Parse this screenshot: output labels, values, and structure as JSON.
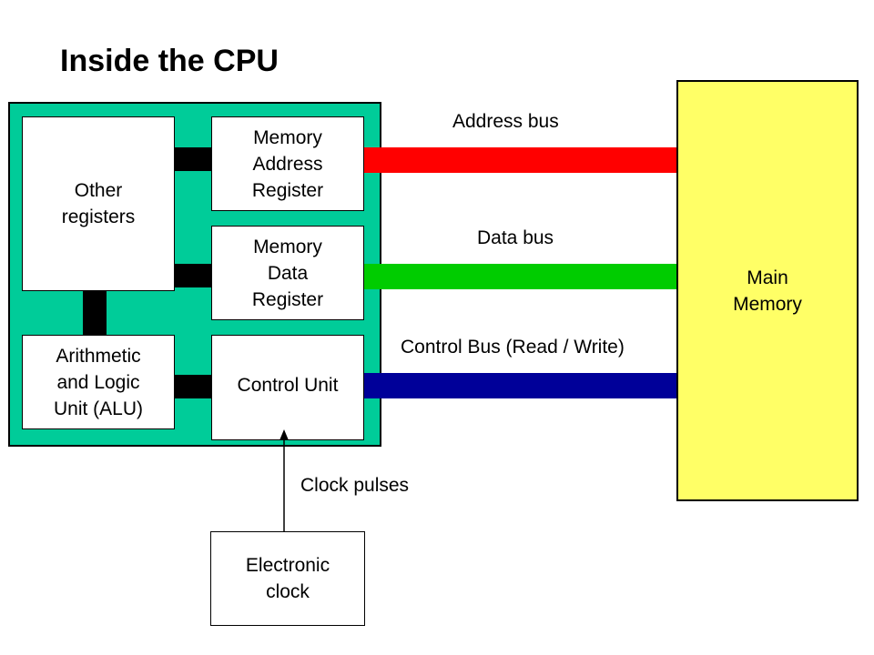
{
  "title": "Inside the CPU",
  "colors": {
    "cpu": "#00cc99",
    "memory": "#ffff66",
    "address_bus": "#ff0000",
    "data_bus": "#00cc00",
    "control_bus": "#000099"
  },
  "boxes": {
    "other_registers": [
      "Other",
      "registers"
    ],
    "mar": [
      "Memory",
      "Address",
      "Register"
    ],
    "mdr": [
      "Memory",
      "Data",
      "Register"
    ],
    "alu": [
      "Arithmetic",
      "and Logic",
      "Unit (ALU)"
    ],
    "control_unit": [
      "Control Unit"
    ],
    "clock": [
      "Electronic",
      "clock"
    ],
    "main_memory": [
      "Main",
      "Memory"
    ]
  },
  "buses": {
    "address": "Address bus",
    "data": "Data bus",
    "control": "Control Bus (Read / Write)"
  },
  "clock_pulses": "Clock pulses"
}
